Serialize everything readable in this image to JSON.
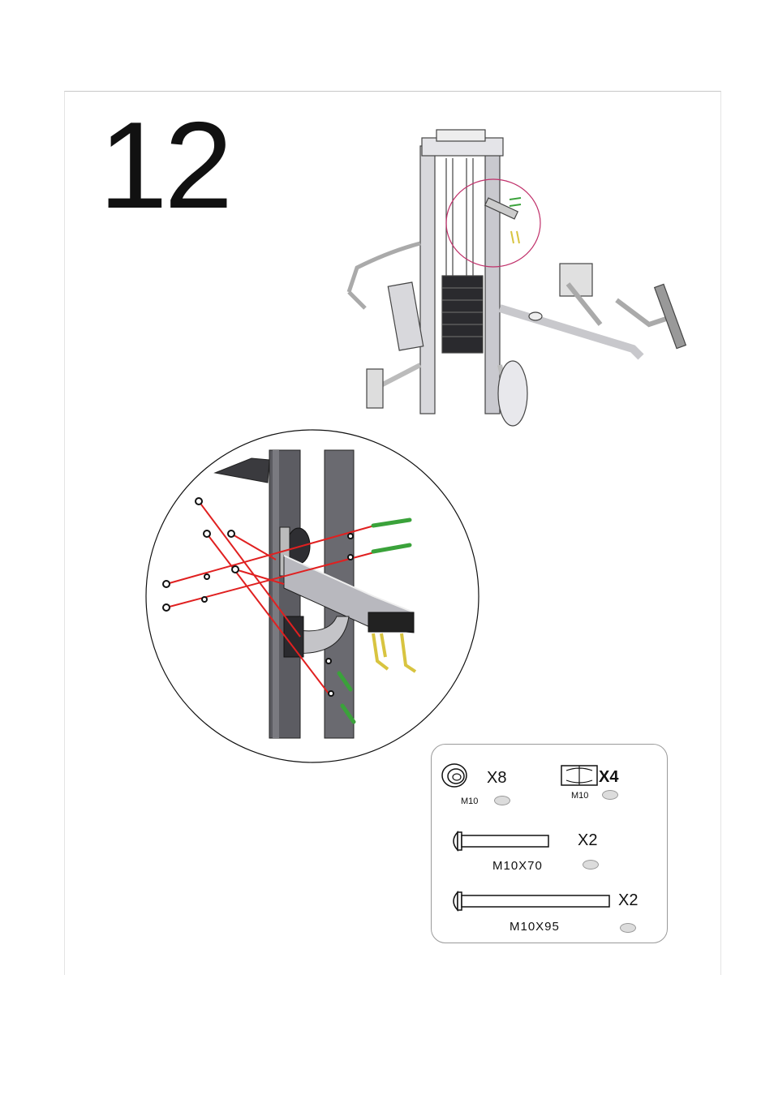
{
  "step": {
    "number": "12"
  },
  "hardware": {
    "washer": {
      "qty": "X8",
      "size": "M10"
    },
    "nut": {
      "qty": "X4",
      "size": "M10"
    },
    "bolt_short": {
      "qty": "X2",
      "size": "M10X70"
    },
    "bolt_long": {
      "qty": "X2",
      "size": "M10X95"
    }
  },
  "colors": {
    "assembly_lines": "#e02020",
    "bolts": "#3aa23a",
    "highlight_circle": "#c0306a",
    "pulley_cables": "#d8c440",
    "frame": "#5a5a5e"
  },
  "icons": [
    "washer-icon",
    "nut-icon",
    "bolt-icon"
  ]
}
